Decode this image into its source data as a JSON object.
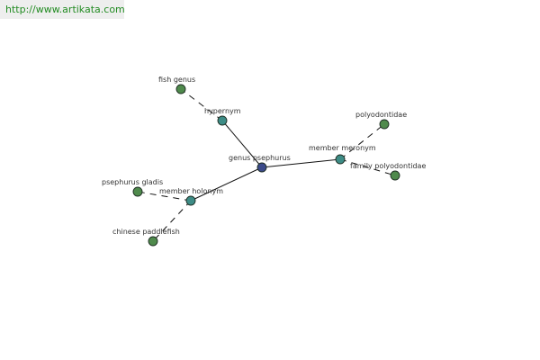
{
  "header": {
    "url": "http://www.artikata.com"
  },
  "colors": {
    "root": "#3b4a8a",
    "relation": "#3d8c86",
    "leaf": "#4f8a4c"
  },
  "graph": {
    "nodes": [
      {
        "id": "root",
        "label": "genus psephurus",
        "kind": "root"
      },
      {
        "id": "hyp",
        "label": "hypernym",
        "kind": "relation"
      },
      {
        "id": "mer",
        "label": "member meronym",
        "kind": "relation"
      },
      {
        "id": "hol",
        "label": "member holonym",
        "kind": "relation"
      },
      {
        "id": "fg",
        "label": "fish genus",
        "kind": "leaf"
      },
      {
        "id": "poly",
        "label": "polyodontidae",
        "kind": "leaf"
      },
      {
        "id": "fampoly",
        "label": "family polyodontidae",
        "kind": "leaf"
      },
      {
        "id": "gladis",
        "label": "psephurus gladis",
        "kind": "leaf"
      },
      {
        "id": "cpf",
        "label": "chinese paddlefish",
        "kind": "leaf"
      }
    ],
    "edges": [
      {
        "from": "root",
        "to": "hyp",
        "style": "solid"
      },
      {
        "from": "root",
        "to": "mer",
        "style": "solid"
      },
      {
        "from": "root",
        "to": "hol",
        "style": "solid"
      },
      {
        "from": "hyp",
        "to": "fg",
        "style": "dashed"
      },
      {
        "from": "mer",
        "to": "poly",
        "style": "dashed"
      },
      {
        "from": "mer",
        "to": "fampoly",
        "style": "dashed"
      },
      {
        "from": "hol",
        "to": "gladis",
        "style": "dashed"
      },
      {
        "from": "hol",
        "to": "cpf",
        "style": "dashed"
      }
    ]
  }
}
